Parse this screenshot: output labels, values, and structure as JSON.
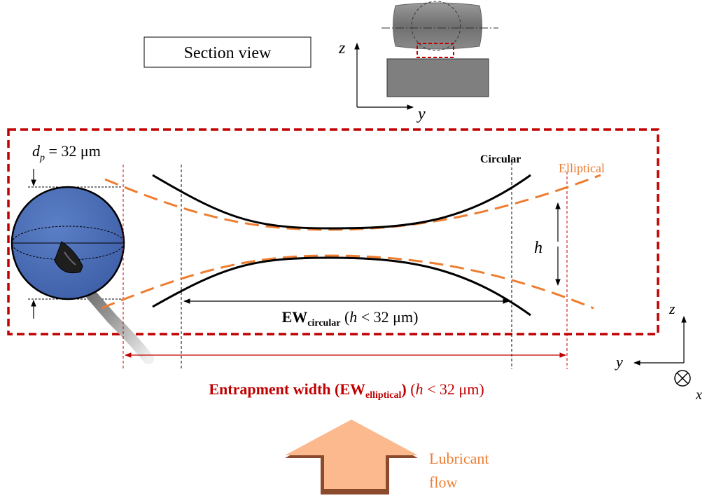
{
  "section_view_label": "Section view",
  "inset_axes": {
    "vertical": "z",
    "horizontal": "y"
  },
  "particle": {
    "prefix": "d",
    "subscript": "p",
    "value_text": " = 32 μm"
  },
  "curve_labels": {
    "circular": "Circular",
    "elliptical": "Elliptical"
  },
  "gap_label": "h",
  "ew_circular": {
    "prefix": "EW",
    "subscript": "circular",
    "paren_open": " (",
    "h": "h",
    "condition": " < 32 μm)"
  },
  "ew_elliptical": {
    "prefix": "Entrapment width (EW",
    "subscript": "elliptical",
    "close": ")",
    "paren_open": " (",
    "h": "h",
    "condition": " < 32 μm)"
  },
  "coord_axes": {
    "z": "z",
    "y": "y",
    "x": "x"
  },
  "flow_label": {
    "line1": "Lubricant",
    "line2": "flow"
  },
  "colors": {
    "frame_red": "#c00000",
    "elliptical_orange": "#ed7d31",
    "particle_blue": "#4a6fb5",
    "arrow_fill": "#fbb98d",
    "arrow_border": "#8b4a2b",
    "inset_gray": "#7f7f7f"
  }
}
